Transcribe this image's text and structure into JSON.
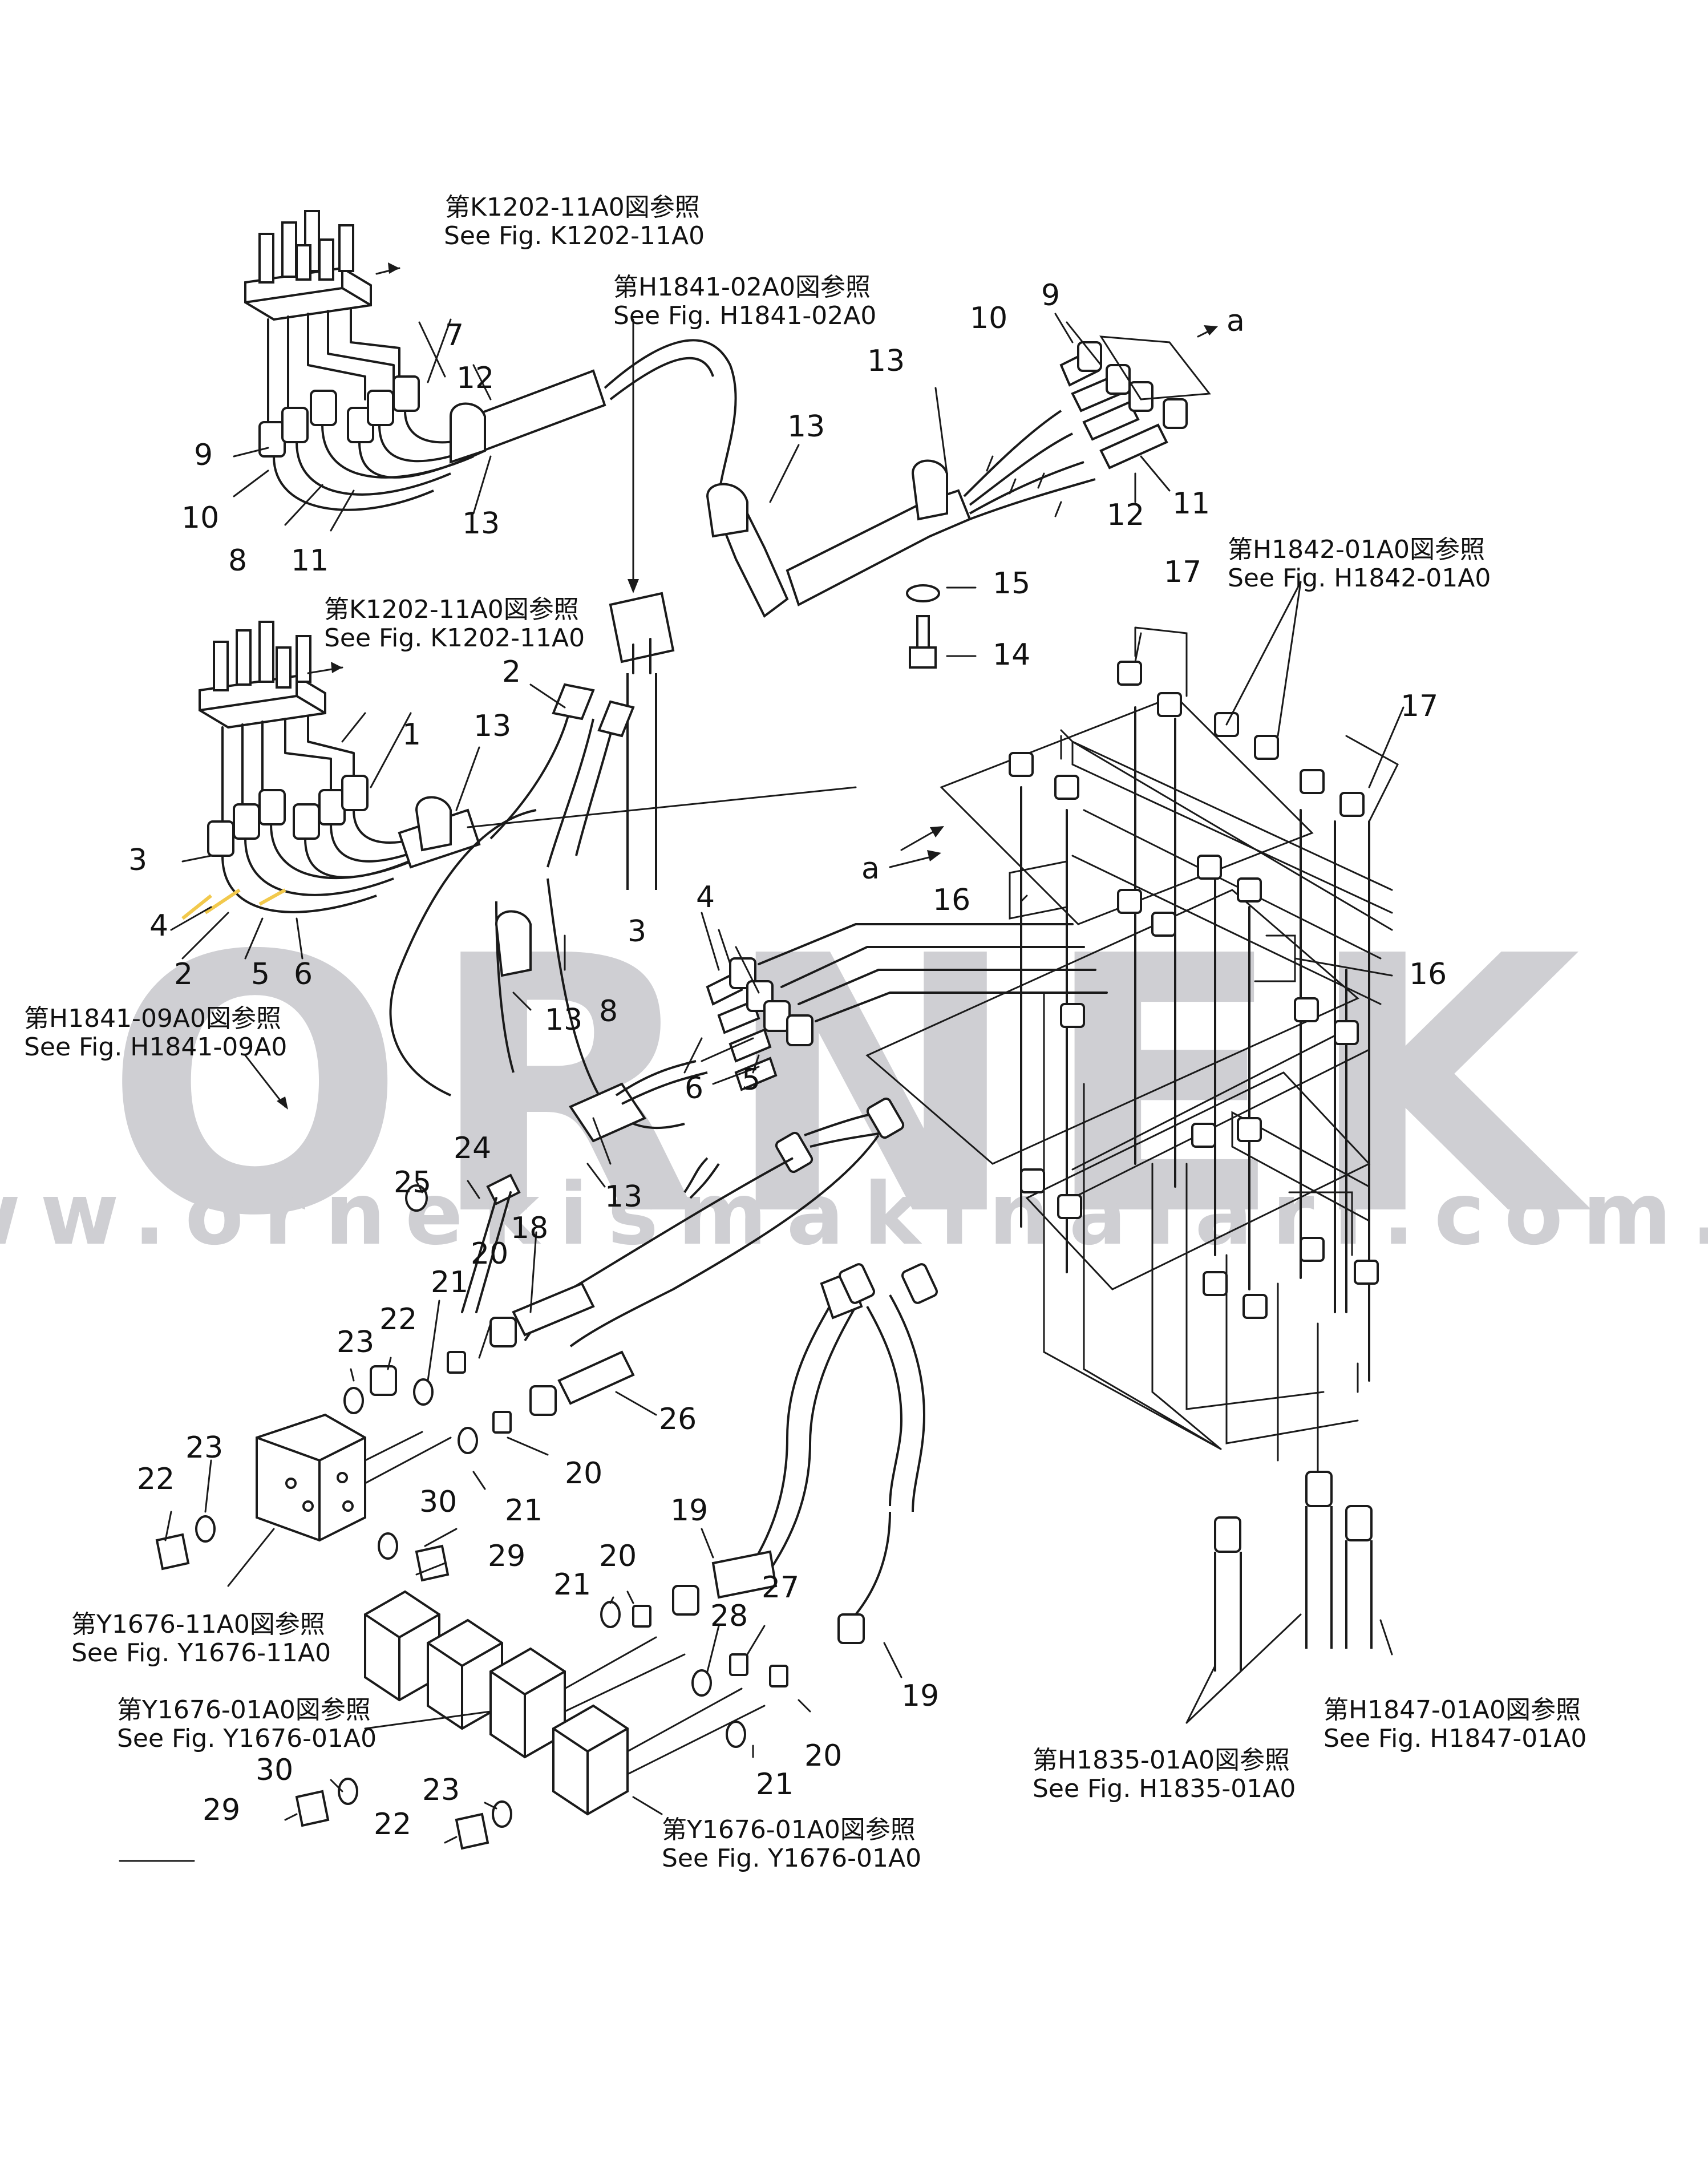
{
  "watermark": {
    "logo": "ORNEK",
    "url": "www.ornekismakinalari.com.tr"
  },
  "references": [
    {
      "jp": "第K1202-11A0図参照",
      "en": "See Fig. K1202-11A0"
    },
    {
      "jp": "第H1841-02A0図参照",
      "en": "See Fig. H1841-02A0"
    },
    {
      "jp": "第K1202-11A0図参照",
      "en": "See Fig. K1202-11A0"
    },
    {
      "jp": "第H1842-01A0図参照",
      "en": "See Fig. H1842-01A0"
    },
    {
      "jp": "第H1841-09A0図参照",
      "en": "See Fig. H1841-09A0"
    },
    {
      "jp": "第Y1676-11A0図参照",
      "en": "See Fig. Y1676-11A0"
    },
    {
      "jp": "第Y1676-01A0図参照",
      "en": "See Fig. Y1676-01A0"
    },
    {
      "jp": "第Y1676-01A0図参照",
      "en": "See Fig. Y1676-01A0"
    },
    {
      "jp": "第H1835-01A0図参照",
      "en": "See Fig. H1835-01A0"
    },
    {
      "jp": "第H1847-01A0図参照",
      "en": "See Fig. H1847-01A0"
    }
  ],
  "part_numbers": [
    "1",
    "2",
    "3",
    "4",
    "5",
    "6",
    "7",
    "8",
    "9",
    "10",
    "11",
    "12",
    "13",
    "14",
    "15",
    "16",
    "17",
    "18",
    "19",
    "20",
    "21",
    "22",
    "23",
    "24",
    "25",
    "26",
    "27",
    "28",
    "29",
    "30"
  ],
  "callouts": {
    "a1": "a",
    "a2": "a"
  }
}
